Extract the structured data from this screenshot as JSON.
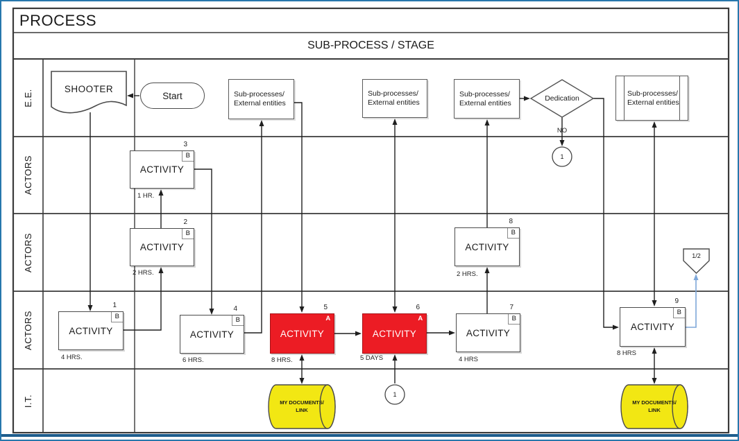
{
  "page": {
    "title": "PROCESS",
    "stage_header": "SUB-PROCESS / STAGE"
  },
  "lanes": [
    {
      "label": "E.E."
    },
    {
      "label": "ACTORS"
    },
    {
      "label": "ACTORS"
    },
    {
      "label": "ACTORS"
    },
    {
      "label": "I.T."
    }
  ],
  "shooter": {
    "label": "SHOOTER"
  },
  "start_event": {
    "label": "Start"
  },
  "subprocesses": [
    {
      "line1": "Sub-processes/",
      "line2": "External entities"
    },
    {
      "line1": "Sub-processes/",
      "line2": "External entities"
    },
    {
      "line1": "Sub-processes/",
      "line2": "External entities"
    },
    {
      "line1": "Sub-processes/",
      "line2": "External entities"
    }
  ],
  "decision": {
    "label": "Dedication",
    "branch_label": "NO"
  },
  "activities": [
    {
      "number": "1",
      "label": "ACTIVITY",
      "badge": "B",
      "duration": "4 HRS."
    },
    {
      "number": "2",
      "label": "ACTIVITY",
      "badge": "B",
      "duration": "2 HRS."
    },
    {
      "number": "3",
      "label": "ACTIVITY",
      "badge": "B",
      "duration": "1 HR."
    },
    {
      "number": "4",
      "label": "ACTIVITY",
      "badge": "B",
      "duration": "6 HRS."
    },
    {
      "number": "5",
      "label": "ACTIVITY",
      "badge": "A",
      "duration": "8 HRS."
    },
    {
      "number": "6",
      "label": "ACTIVITY",
      "badge": "A",
      "duration": "5 DAYS"
    },
    {
      "number": "7",
      "label": "ACTIVITY",
      "badge": "B",
      "duration": "4 HRS"
    },
    {
      "number": "8",
      "label": "ACTIVITY",
      "badge": "B",
      "duration": "2 HRS."
    },
    {
      "number": "9",
      "label": "ACTIVITY",
      "badge": "B",
      "duration": "8 HRS"
    }
  ],
  "connectors": {
    "onpage_top": "1",
    "onpage_bottom": "1",
    "offpage": "1/2"
  },
  "datastores": [
    {
      "line1": "MY DOCUMENTS/",
      "line2": "LINK"
    },
    {
      "line1": "MY DOCUMENTS/",
      "line2": "LINK"
    }
  ],
  "colors": {
    "activity_red": "#ec1c24",
    "datastore_yellow": "#f2e713",
    "offpage_link_blue": "#7da7d9",
    "frame_blue": "#2777ac",
    "bottom_bar_blue": "#1d5d8d"
  }
}
